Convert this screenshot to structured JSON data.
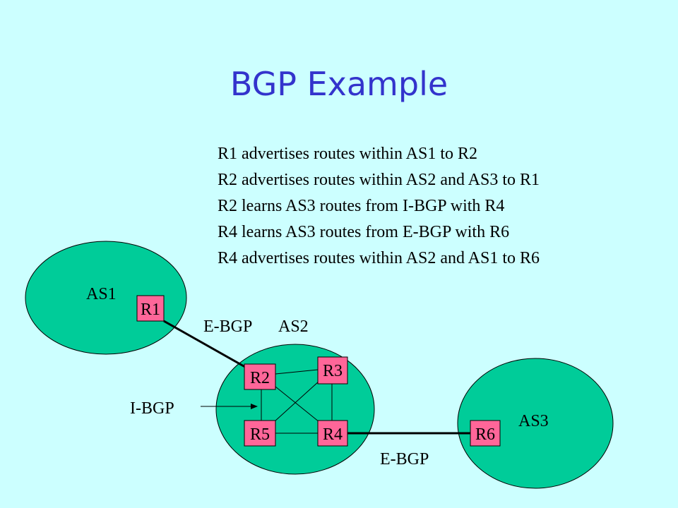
{
  "slide": {
    "title": "BGP Example",
    "bullets": [
      "R1 advertises routes within AS1 to R2",
      "R2 advertises routes within AS2 and AS3 to R1",
      "R2 learns AS3 routes from I-BGP with R4",
      "R4 learns AS3 routes from E-BGP with R6",
      "R4 advertises routes within AS2 and AS1 to R6"
    ]
  },
  "diagram": {
    "as1_label": "AS1",
    "as2_label": "AS2",
    "as3_label": "AS3",
    "ebgp_top_label": "E-BGP",
    "ebgp_bottom_label": "E-BGP",
    "ibgp_label": "I-BGP",
    "routers": {
      "r1": "R1",
      "r2": "R2",
      "r3": "R3",
      "r4": "R4",
      "r5": "R5",
      "r6": "R6"
    },
    "colors": {
      "background": "#ccffff",
      "title": "#3333cc",
      "as_fill": "#00cc99",
      "router_fill": "#ff6699"
    }
  }
}
